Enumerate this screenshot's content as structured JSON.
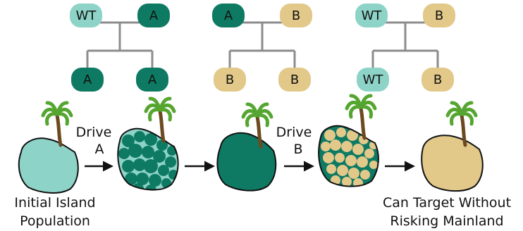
{
  "palette": {
    "wt": "#8dd3c7",
    "a": "#0f7a63",
    "b": "#e2c98a",
    "line": "#8c8c8c",
    "ink": "#111111",
    "trunk": "#6b4a1f",
    "leaf": "#55a630"
  },
  "crosses": [
    {
      "parents": [
        "WT",
        "A"
      ],
      "offspring": [
        "A",
        "A"
      ]
    },
    {
      "parents": [
        "A",
        "B"
      ],
      "offspring": [
        "B",
        "B"
      ]
    },
    {
      "parents": [
        "WT",
        "B"
      ],
      "offspring": [
        "WT",
        "B"
      ]
    }
  ],
  "labels": {
    "drive_a": {
      "line1": "Drive",
      "line2": "A"
    },
    "drive_b": {
      "line1": "Drive",
      "line2": "B"
    },
    "initial": {
      "line1": "Initial Island",
      "line2": "Population"
    },
    "target": {
      "line1": "Can Target Without",
      "line2": "Risking Mainland"
    }
  }
}
